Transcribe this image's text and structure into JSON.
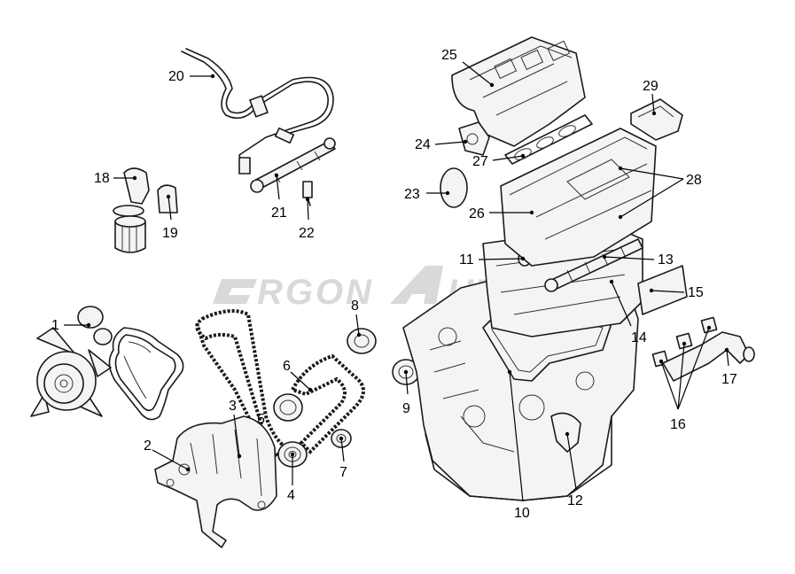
{
  "watermark": {
    "word1": "RGON",
    "word2": "UTO"
  },
  "callouts": [
    {
      "id": "1",
      "text": "1"
    },
    {
      "id": "2",
      "text": "2"
    },
    {
      "id": "3",
      "text": "3"
    },
    {
      "id": "4",
      "text": "4"
    },
    {
      "id": "5",
      "text": "5"
    },
    {
      "id": "6",
      "text": "6"
    },
    {
      "id": "7",
      "text": "7"
    },
    {
      "id": "8",
      "text": "8"
    },
    {
      "id": "9",
      "text": "9"
    },
    {
      "id": "10",
      "text": "10"
    },
    {
      "id": "11",
      "text": "11"
    },
    {
      "id": "12",
      "text": "12"
    },
    {
      "id": "13",
      "text": "13"
    },
    {
      "id": "14",
      "text": "14"
    },
    {
      "id": "15",
      "text": "15"
    },
    {
      "id": "16",
      "text": "16"
    },
    {
      "id": "17",
      "text": "17"
    },
    {
      "id": "18",
      "text": "18"
    },
    {
      "id": "19",
      "text": "19"
    },
    {
      "id": "20",
      "text": "20"
    },
    {
      "id": "21",
      "text": "21"
    },
    {
      "id": "22",
      "text": "22"
    },
    {
      "id": "23",
      "text": "23"
    },
    {
      "id": "24",
      "text": "24"
    },
    {
      "id": "25",
      "text": "25"
    },
    {
      "id": "26",
      "text": "26"
    },
    {
      "id": "27",
      "text": "27"
    },
    {
      "id": "28",
      "text": "28"
    },
    {
      "id": "29",
      "text": "29"
    }
  ]
}
